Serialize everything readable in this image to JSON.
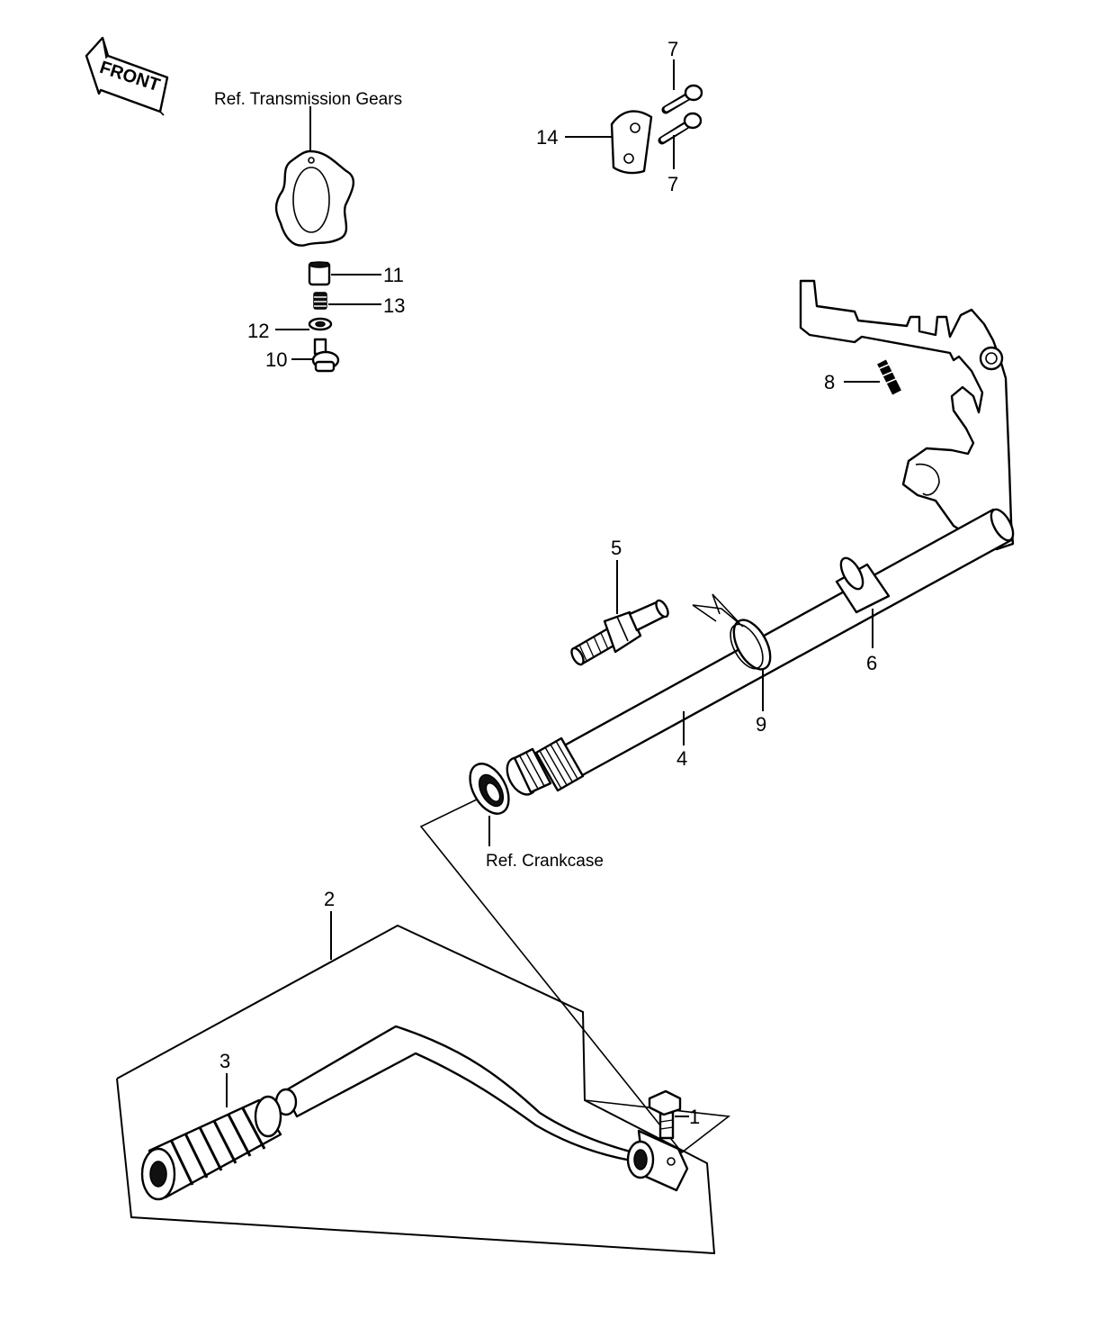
{
  "front_badge": "FRONT",
  "references": {
    "transmission": "Ref. Transmission Gears",
    "crankcase": "Ref. Crankcase"
  },
  "callouts": {
    "p1": "1",
    "p2": "2",
    "p3": "3",
    "p4": "4",
    "p5": "5",
    "p6": "6",
    "p7a": "7",
    "p7b": "7",
    "p8": "8",
    "p9": "9",
    "p10": "10",
    "p11": "11",
    "p12": "12",
    "p13": "13",
    "p14": "14"
  }
}
